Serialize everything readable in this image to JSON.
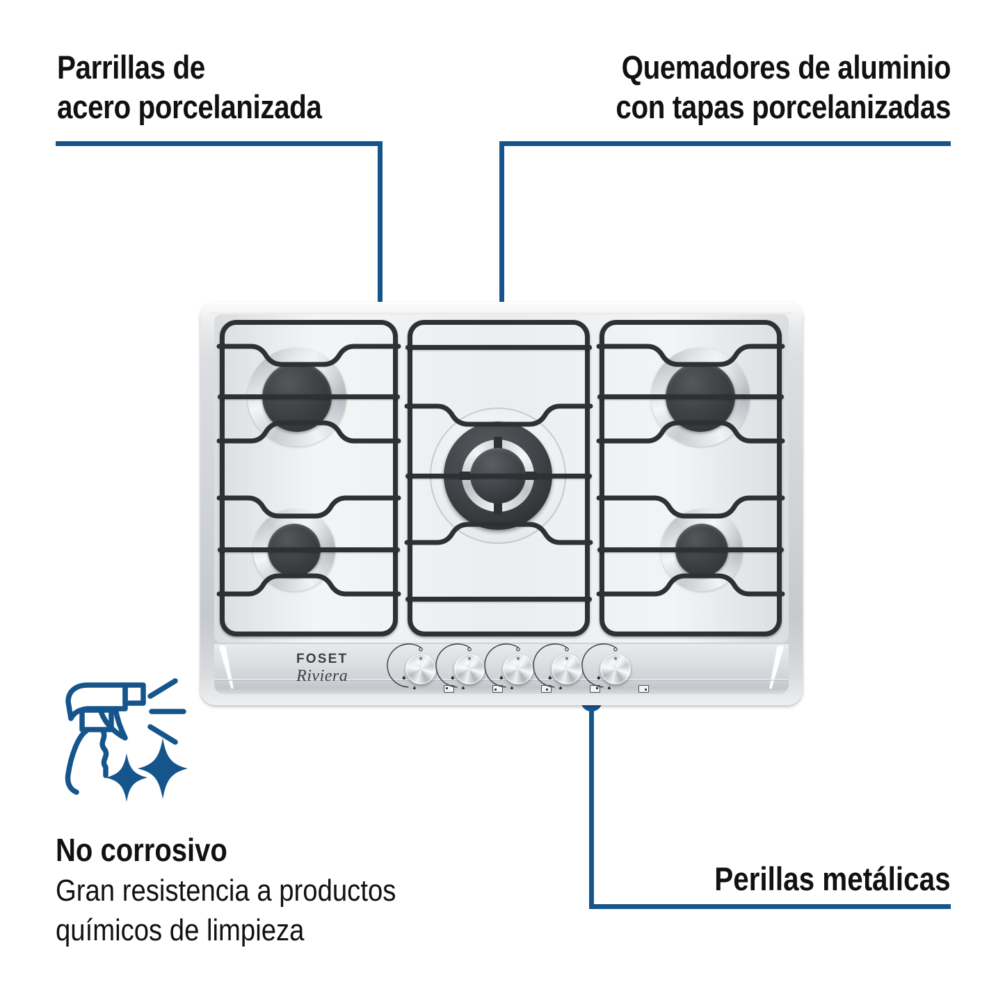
{
  "theme": {
    "accent_blue": "#15558c",
    "text_black": "#111111",
    "steel_light": "#eceef0",
    "grate_dark": "#2e3134"
  },
  "callouts": {
    "grates": {
      "name": "parrillas",
      "line1": "Parrillas de",
      "line2": "acero porcelanizada",
      "align": "left"
    },
    "burners": {
      "name": "quemadores",
      "line1": "Quemadores de aluminio",
      "line2": "con tapas porcelanizadas",
      "align": "right"
    },
    "knobs": {
      "name": "perillas",
      "line1": "Perillas metálicas",
      "align": "right"
    }
  },
  "feature": {
    "icon": "spray-bottle-sparkle-icon",
    "title": "No corrosivo",
    "body_line1": "Gran resistencia a productos",
    "body_line2": "químicos de limpieza"
  },
  "product": {
    "brand": "FOSET",
    "model": "Riviera",
    "type": "gas-cooktop",
    "burner_count": 5,
    "knob_count": 5,
    "grate_sections": 3,
    "burners": [
      {
        "id": "left-rear",
        "size": "medium",
        "section": "left"
      },
      {
        "id": "left-front",
        "size": "small",
        "section": "left"
      },
      {
        "id": "center",
        "size": "triple-ring",
        "section": "center"
      },
      {
        "id": "right-rear",
        "size": "medium",
        "section": "right"
      },
      {
        "id": "right-front",
        "size": "small",
        "section": "right"
      }
    ],
    "knobs": [
      {
        "index": 1,
        "controls": "left-rear",
        "icon_low": "small-flame-icon",
        "icon_high": "large-flame-icon",
        "icon_off": "off-circle-icon"
      },
      {
        "index": 2,
        "controls": "left-front",
        "icon_low": "small-flame-icon",
        "icon_high": "large-flame-icon",
        "icon_off": "off-circle-icon"
      },
      {
        "index": 3,
        "controls": "center",
        "icon_low": "small-flame-icon",
        "icon_high": "large-flame-icon",
        "icon_off": "off-circle-icon"
      },
      {
        "index": 4,
        "controls": "right-rear",
        "icon_low": "small-flame-icon",
        "icon_high": "large-flame-icon",
        "icon_off": "off-circle-icon"
      },
      {
        "index": 5,
        "controls": "right-front",
        "icon_low": "small-flame-icon",
        "icon_high": "large-flame-icon",
        "icon_off": "off-circle-icon"
      }
    ]
  }
}
